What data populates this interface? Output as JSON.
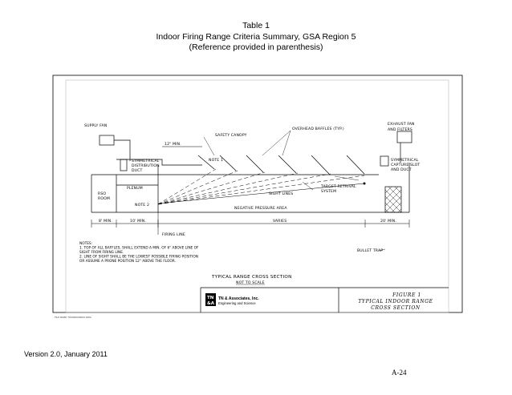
{
  "header": {
    "line1": "Table 1",
    "line2": "Indoor Firing Range Criteria Summary, GSA Region 5",
    "line3": "(Reference provided in parenthesis)"
  },
  "drawing": {
    "labels": {
      "supply_fan": "SUPPLY FAN",
      "exhaust_fan_1": "EXHAUST FAN",
      "exhaust_fan_2": "AND FILTERS",
      "overhead_baffles": "OVERHEAD BAFFLES (TYP.)",
      "safety_canopy": "SAFETY CANOPY",
      "twelve_min": "12\" MIN.",
      "sym_dist_1": "SYMMETRICAL",
      "sym_dist_2": "DISTRIBUTION",
      "sym_dist_3": "DUCT",
      "note_1": "NOTE 1",
      "sym_cap_1": "SYMMETRICAL",
      "sym_cap_2": "CAPTURE SLOT",
      "sym_cap_3": "AND DUCT",
      "plenum": "PLENUM",
      "target_retrieval_1": "TARGET RETRIVAL",
      "target_retrieval_2": "SYSTEM",
      "rso_room_1": "RSO",
      "rso_room_2": "ROOM",
      "sight_lines": "SIGHT LINES",
      "note_2": "NOTE 2",
      "negative_pressure": "NEGATIVE PRESSURE AREA",
      "eight_min": "8' MIN.",
      "ten_min": "10' MIN.",
      "varies": "VARIES",
      "twenty_min": "20' MIN.",
      "firing_line": "FIRING LINE",
      "bullet_trap": "BULLET TRAP"
    },
    "notes": [
      "NOTES:",
      "1. TOP OF ALL BAFFLES, SHALL EXTEND A MIN. OF 6\" ABOVE LINE OF",
      "SIGHT FROM FIRING LINE.",
      "2. LINE OF SIGHT SHALL BE THE LOWEST POSSIBLE FIRING POSITION",
      "OR ASSUME A PRONE POSITION 12\" ABOVE THE FLOOR."
    ],
    "section_title": "TYPICAL RANGE CROSS SECTION",
    "section_subtitle": "NOT TO SCALE",
    "firm": {
      "logo_1": "TN",
      "logo_2": "&A",
      "name": "TN & Associates, Inc.",
      "tagline": "Engineering and Science"
    },
    "figure": {
      "line1": "FIGURE 1",
      "line2": "TYPICAL INDOOR RANGE",
      "line3": "CROSS SECTION"
    },
    "file_name": "FILE NAME: F00000000000.DWG"
  },
  "footer": {
    "version": "Version 2.0, January 2011",
    "page": "A-24"
  }
}
